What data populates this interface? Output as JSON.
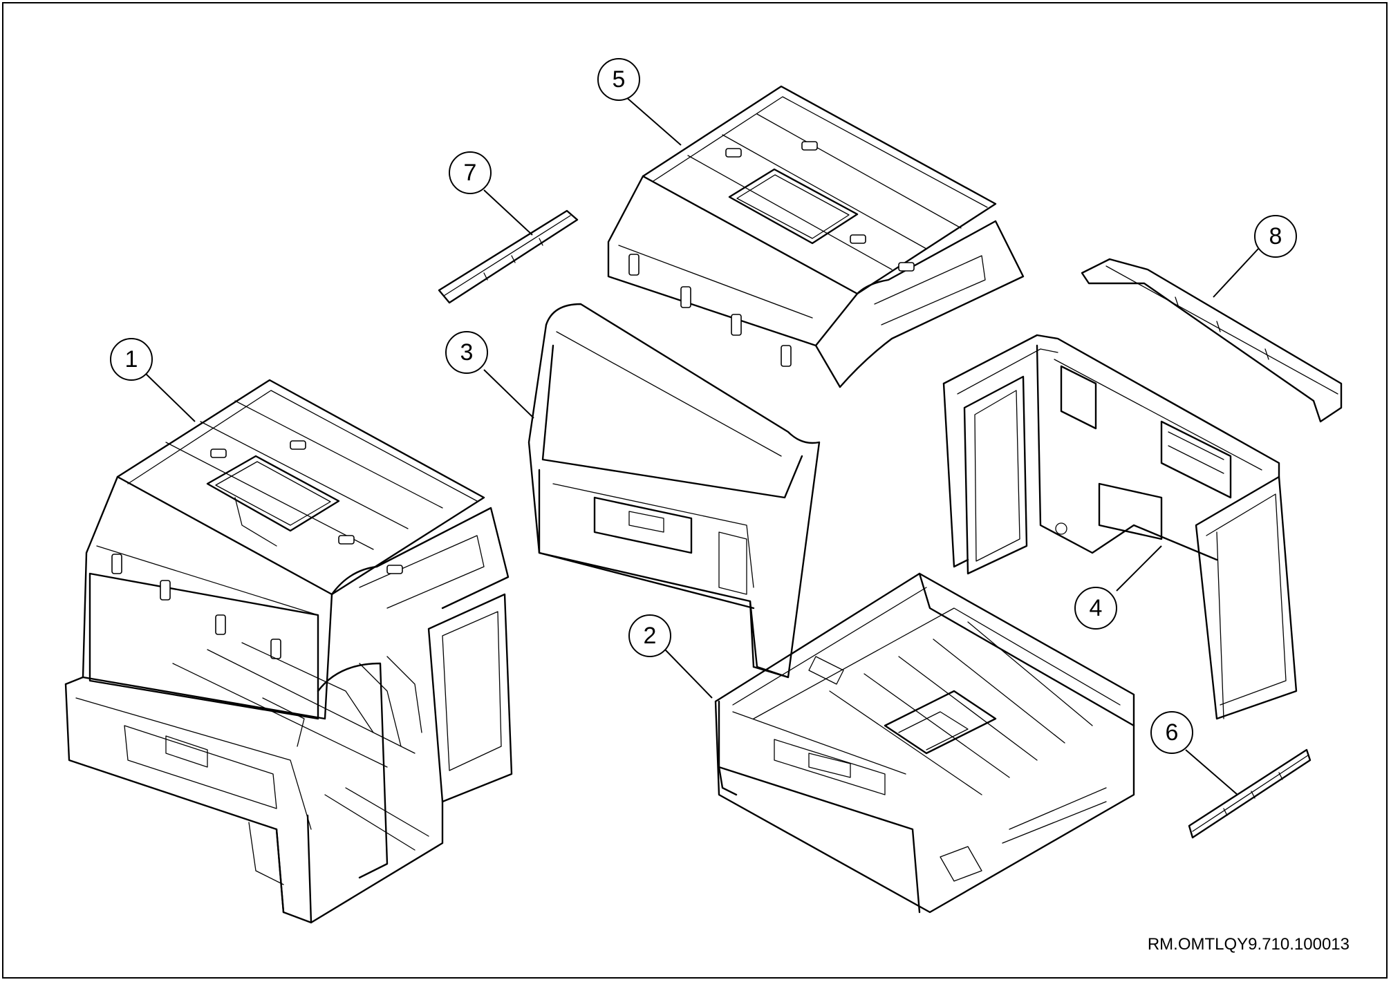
{
  "callouts": [
    {
      "label": "1"
    },
    {
      "label": "2"
    },
    {
      "label": "3"
    },
    {
      "label": "4"
    },
    {
      "label": "5"
    },
    {
      "label": "6"
    },
    {
      "label": "7"
    },
    {
      "label": "8"
    }
  ],
  "document_ref": "RM.OMTLQY9.710.100013",
  "colors": {
    "line": "#000000",
    "background": "#ffffff"
  }
}
